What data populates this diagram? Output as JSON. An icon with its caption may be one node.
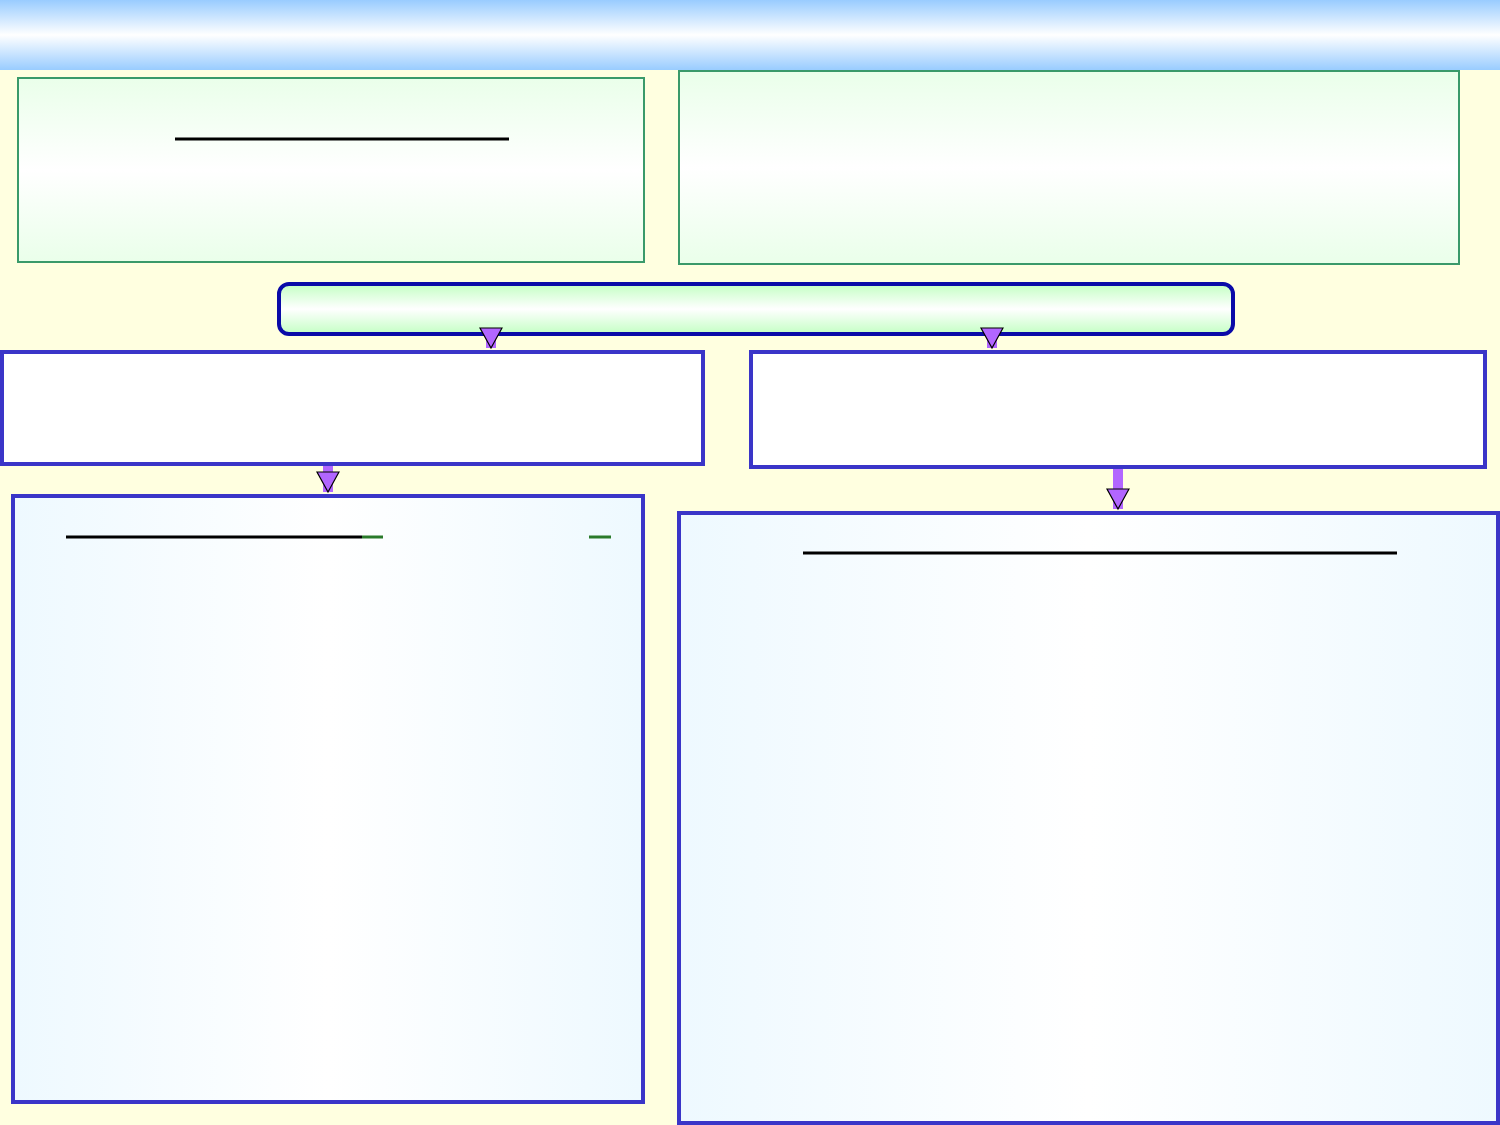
{
  "diagram": {
    "nodes": [
      {
        "text": [],
        "shape": "box"
      },
      {
        "text": [],
        "shape": "box"
      },
      {
        "text": [],
        "shape": "box"
      },
      {
        "text": [],
        "shape": "box"
      },
      {
        "text": [],
        "shape": "box"
      },
      {
        "text": [],
        "shape": "box"
      },
      {
        "text": [],
        "shape": "box"
      }
    ],
    "edges": [
      {
        "from": 2,
        "to": 3,
        "arrow": "to"
      },
      {
        "from": 2,
        "to": 4,
        "arrow": "to"
      },
      {
        "from": 3,
        "to": 5,
        "arrow": "to"
      },
      {
        "from": 4,
        "to": 6,
        "arrow": "to"
      }
    ]
  }
}
